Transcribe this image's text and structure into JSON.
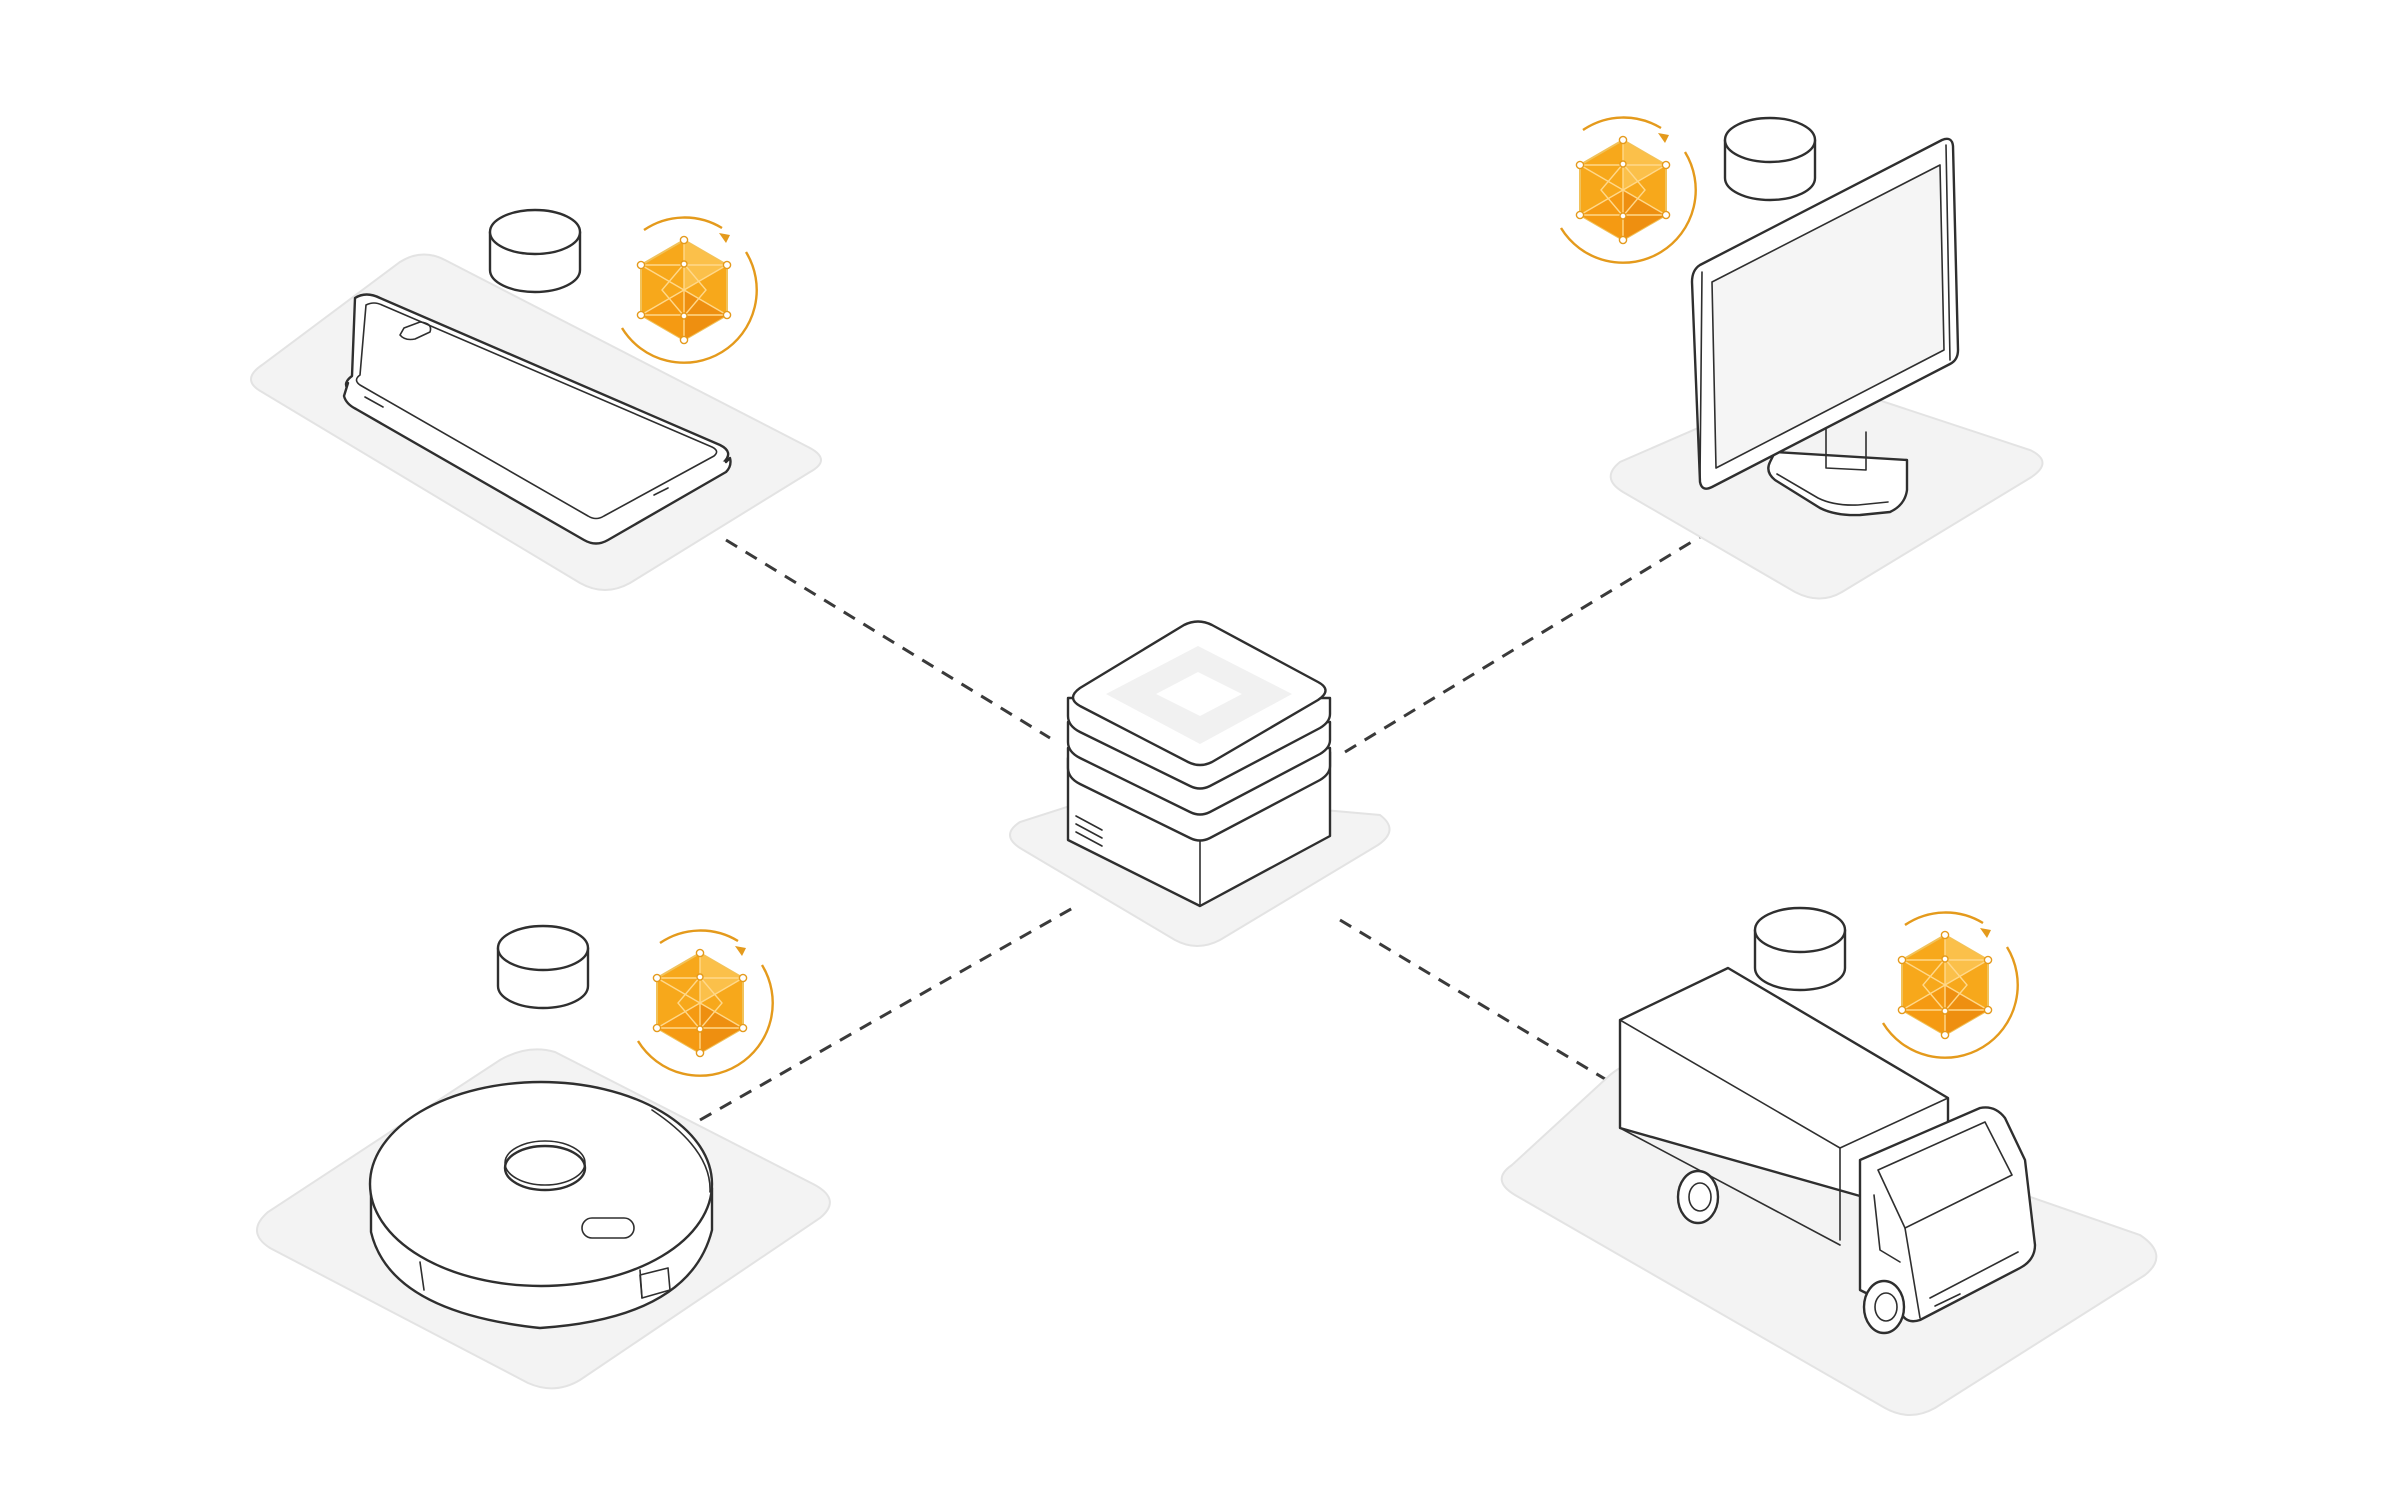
{
  "diagram": {
    "hub": {
      "icon": "server-stack-icon"
    },
    "nodes": [
      {
        "id": "phone",
        "device_icon": "smartphone-icon",
        "storage_icon": "database-icon",
        "model_icon": "model-sync-icon"
      },
      {
        "id": "monitor",
        "device_icon": "monitor-icon",
        "storage_icon": "database-icon",
        "model_icon": "model-sync-icon"
      },
      {
        "id": "robot-vacuum",
        "device_icon": "robot-vacuum-icon",
        "storage_icon": "database-icon",
        "model_icon": "model-sync-icon"
      },
      {
        "id": "truck",
        "device_icon": "truck-icon",
        "storage_icon": "database-icon",
        "model_icon": "model-sync-icon"
      }
    ],
    "connections": [
      {
        "from": "hub",
        "to": "phone",
        "style": "dashed"
      },
      {
        "from": "hub",
        "to": "monitor",
        "style": "dashed"
      },
      {
        "from": "hub",
        "to": "robot-vacuum",
        "style": "dashed"
      },
      {
        "from": "hub",
        "to": "truck",
        "style": "dashed"
      }
    ],
    "colors": {
      "platform": "#f3f3f3",
      "outline": "#2f2f2f",
      "model_fill": "#f7a81b",
      "model_dark": "#e8870c",
      "model_ring": "#e49a1c",
      "link": "#3a3a3a"
    }
  }
}
